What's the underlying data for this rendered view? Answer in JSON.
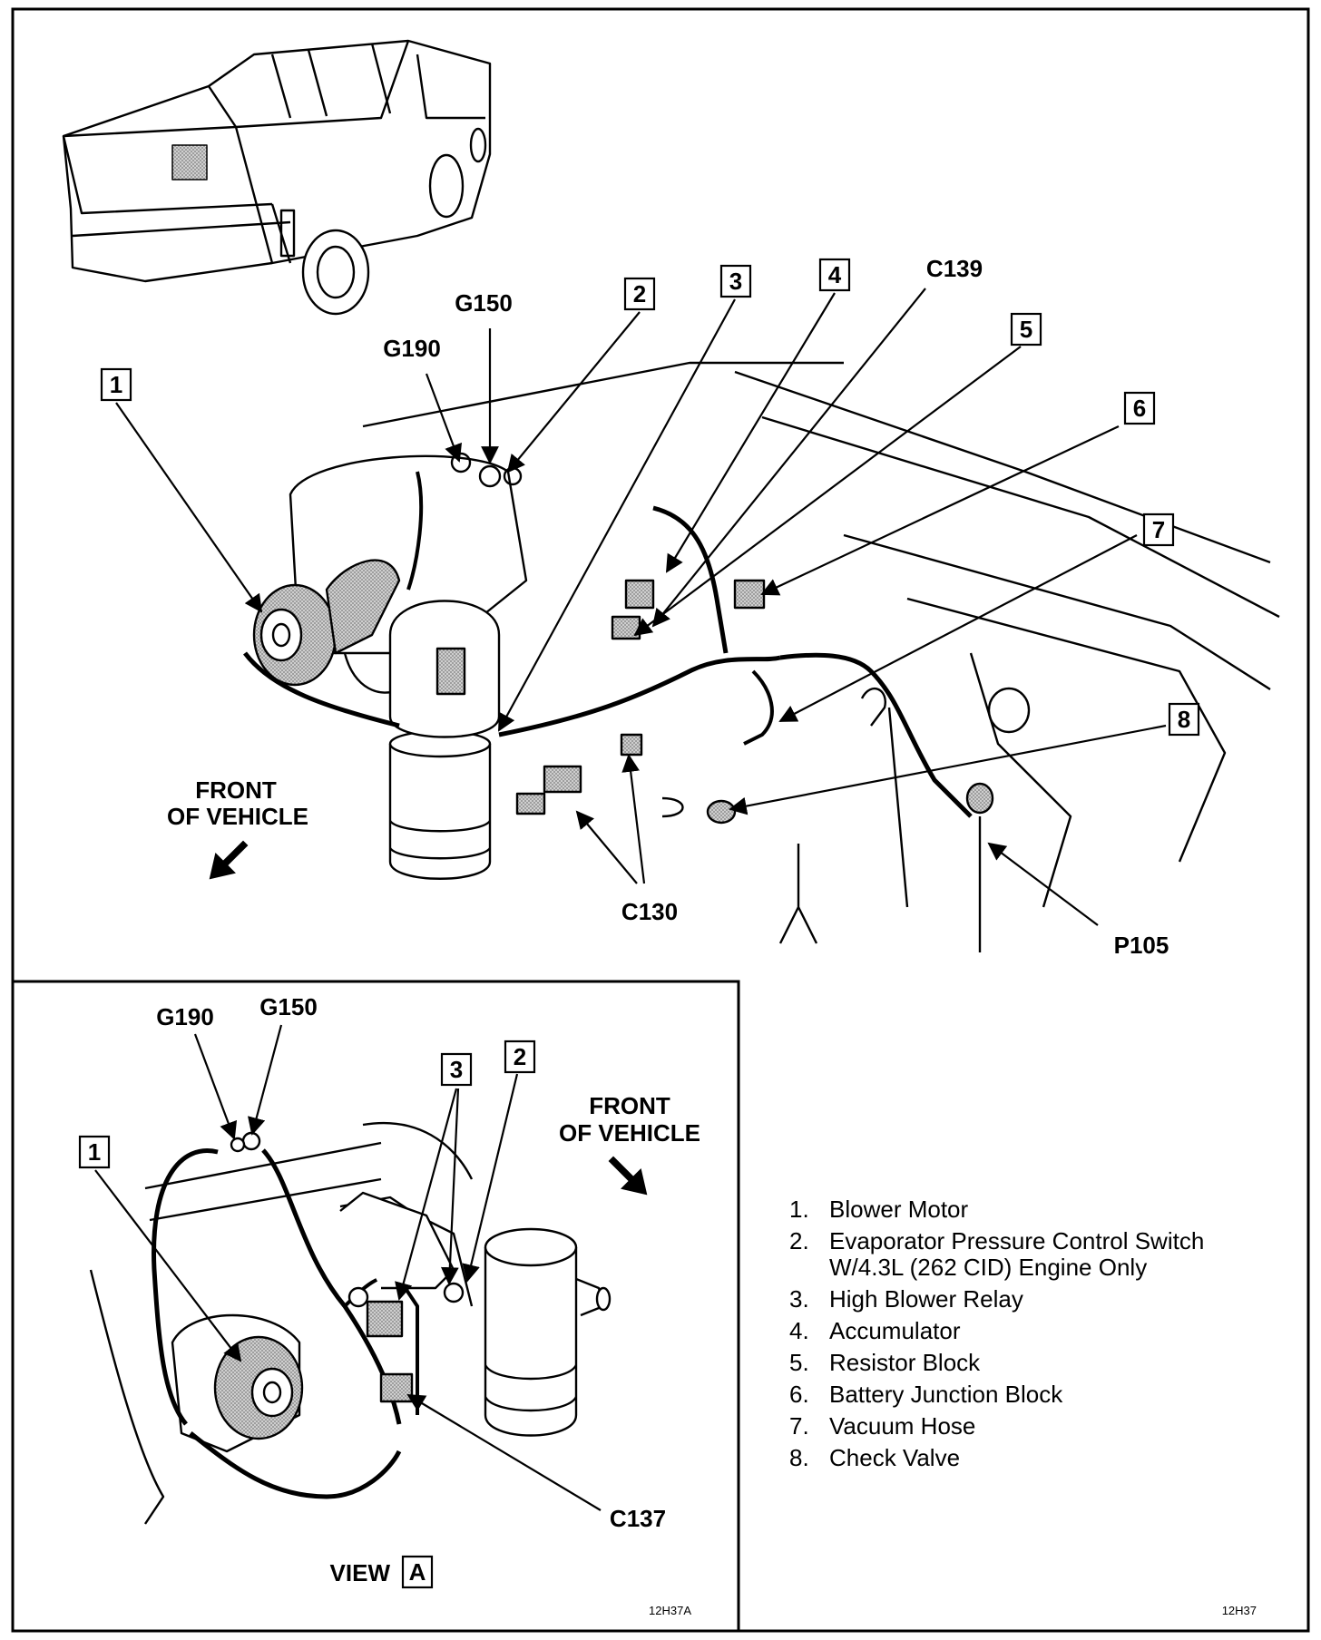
{
  "main_view": {
    "callouts": [
      "1",
      "2",
      "3",
      "4",
      "5",
      "6",
      "7",
      "8"
    ],
    "connector_labels": {
      "g150": "G150",
      "g190": "G190",
      "c139": "C139",
      "c130": "C130",
      "p105": "P105"
    },
    "front_of_vehicle": [
      "FRONT",
      "OF VEHICLE"
    ],
    "figure_code": "12H37"
  },
  "inset_view": {
    "callouts": [
      "1",
      "2",
      "3"
    ],
    "connector_labels": {
      "g190": "G190",
      "g150": "G150",
      "c137": "C137"
    },
    "front_of_vehicle": [
      "FRONT",
      "OF VEHICLE"
    ],
    "view_label": "VIEW",
    "view_letter": "A",
    "figure_code": "12H37A"
  },
  "legend": [
    {
      "num": "1.",
      "text": "Blower Motor"
    },
    {
      "num": "2.",
      "text": "Evaporator Pressure Control Switch",
      "sub": "W/4.3L (262 CID) Engine Only"
    },
    {
      "num": "3.",
      "text": "High Blower Relay"
    },
    {
      "num": "4.",
      "text": "Accumulator"
    },
    {
      "num": "5.",
      "text": "Resistor Block"
    },
    {
      "num": "6.",
      "text": "Battery Junction Block"
    },
    {
      "num": "7.",
      "text": "Vacuum Hose"
    },
    {
      "num": "8.",
      "text": "Check Valve"
    }
  ]
}
